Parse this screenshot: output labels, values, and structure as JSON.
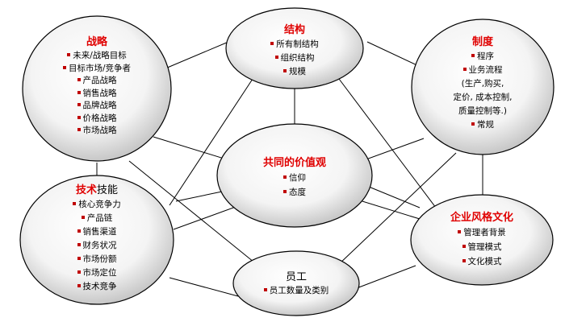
{
  "nodes": {
    "strategy": {
      "title": "战略",
      "items": [
        "未来/战略目标",
        "目标市场/竞争者",
        "产品战略",
        "销售战略",
        "品牌战略",
        "价格战略",
        "市场战略"
      ]
    },
    "structure": {
      "title": "结构",
      "items": [
        "所有制结构",
        "组织结构",
        "规模"
      ]
    },
    "system": {
      "title": "制度",
      "items": [
        "程序",
        "业务流程",
        "(生产,购买,",
        "定价, 成本控制,",
        "质量控制等.)",
        "常规"
      ]
    },
    "values": {
      "title": "共同的价值观",
      "items": [
        "信仰",
        "态度"
      ]
    },
    "skills": {
      "title_red": "技术",
      "title_rest": "技能",
      "items": [
        "核心竞争力",
        "产品链",
        "销售渠道",
        "财务状况",
        "市场份额",
        "市场定位",
        "技术竞争"
      ]
    },
    "culture": {
      "title": "企业风格文化",
      "items": [
        "管理者背景",
        "管理模式",
        "文化模式"
      ]
    },
    "staff": {
      "title": "员工",
      "items": [
        "员工数量及类别"
      ]
    }
  },
  "colors": {
    "ellipse_fill_center": "#ffffff",
    "ellipse_fill_edge": "#c8c8c8",
    "title_red": "#e00000",
    "bullet": "#c00000",
    "line": "#000000"
  }
}
